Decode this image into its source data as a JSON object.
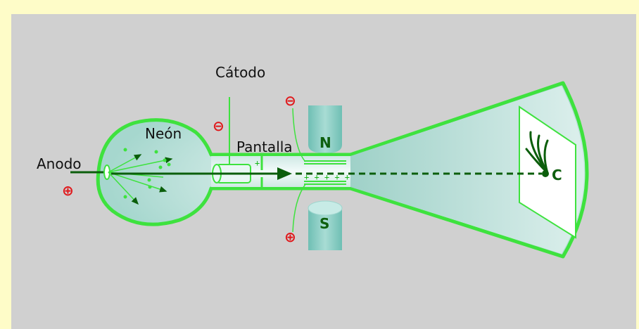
{
  "diagram": {
    "labels": {
      "anode": "Anodo",
      "neon": "Neón",
      "cathode": "Cátodo",
      "screen": "Pantalla",
      "north": "N",
      "south": "S",
      "spot": "C"
    },
    "signs": {
      "anode_sign": "⊕",
      "cathode_sign": "⊖",
      "top_plate_sign": "⊖",
      "bottom_plate_sign": "⊕",
      "lower_plate_charges": "+ + + + +"
    },
    "colors": {
      "page_background": "#fefcc8",
      "panel": "#d0d0d0",
      "tube_outline": "#3ee23e",
      "glass_fill": "#a8d8d0",
      "beam": "#0b5e0b",
      "magnet": "#8ecfc6",
      "sign": "#e0181b"
    }
  }
}
